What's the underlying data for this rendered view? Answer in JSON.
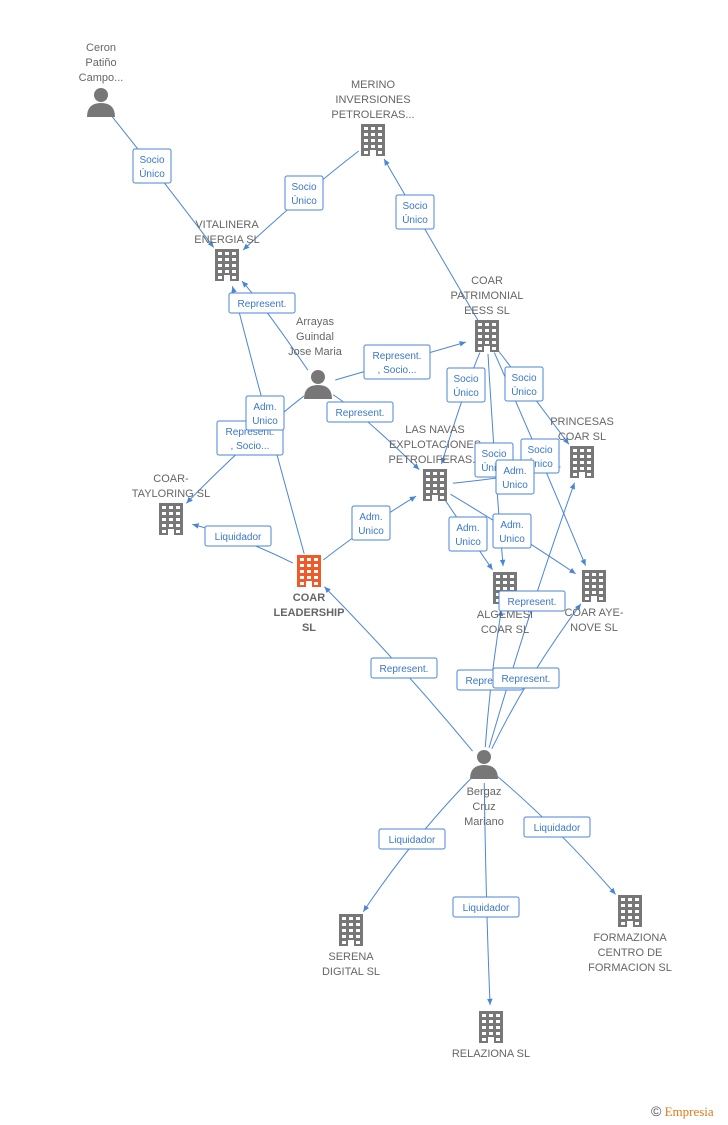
{
  "nodes": [
    {
      "id": "ceron",
      "type": "person",
      "label": [
        "Ceron",
        "Patiño",
        "Campo..."
      ]
    },
    {
      "id": "merino",
      "type": "company",
      "label": [
        "MERINO",
        "INVERSIONES",
        "PETROLERAS..."
      ]
    },
    {
      "id": "vitalinera",
      "type": "company",
      "label": [
        "VITALINERA",
        "ENERGIA  SL"
      ]
    },
    {
      "id": "coarpat",
      "type": "company",
      "label": [
        "COAR",
        "PATRIMONIAL",
        "EESS  SL"
      ]
    },
    {
      "id": "arrayas",
      "type": "person",
      "label": [
        "Arrayas",
        "Guindal",
        "Jose Maria"
      ]
    },
    {
      "id": "princesas",
      "type": "company",
      "label": [
        "PRINCESAS",
        "COAR  SL"
      ]
    },
    {
      "id": "lasnavas",
      "type": "company",
      "label": [
        "LAS NAVAS",
        "EXPLOTACIONES",
        "PETROLIFERAS..."
      ]
    },
    {
      "id": "taylor",
      "type": "company",
      "label": [
        "COAR-",
        "TAYLORING  SL"
      ]
    },
    {
      "id": "leader",
      "type": "company",
      "main": true,
      "label": [
        "COAR",
        "LEADERSHIP",
        "SL"
      ]
    },
    {
      "id": "algemes",
      "type": "company",
      "label": [
        "ALGEMESI",
        "COAR  SL"
      ]
    },
    {
      "id": "ayenove",
      "type": "company",
      "label": [
        "COAR AYE-",
        "NOVE  SL"
      ]
    },
    {
      "id": "bergaz",
      "type": "person",
      "label": [
        "Bergaz",
        "Cruz",
        "Mariano"
      ]
    },
    {
      "id": "serena",
      "type": "company",
      "label": [
        "SERENA",
        "DIGITAL SL"
      ]
    },
    {
      "id": "formaziona",
      "type": "company",
      "label": [
        "FORMAZIONA",
        "CENTRO DE",
        "FORMACION SL"
      ]
    },
    {
      "id": "relaziona",
      "type": "company",
      "label": [
        "RELAZIONA SL"
      ]
    }
  ],
  "edges": [
    {
      "from": "ceron",
      "to": "vitalinera",
      "label": [
        "Socio",
        "Único"
      ]
    },
    {
      "from": "merino",
      "to": "vitalinera",
      "label": [
        "Socio",
        "Único"
      ]
    },
    {
      "from": "coarpat",
      "to": "merino",
      "label": [
        "Socio",
        "Único"
      ]
    },
    {
      "from": "arrayas",
      "to": "vitalinera",
      "label": [
        "Represent."
      ]
    },
    {
      "from": "arrayas",
      "to": "coarpat",
      "label": [
        "Represent.",
        ", Socio..."
      ]
    },
    {
      "from": "arrayas",
      "to": "lasnavas",
      "label": [
        "Represent."
      ]
    },
    {
      "from": "arrayas",
      "to": "taylor",
      "label": [
        "Represent.",
        ", Socio..."
      ]
    },
    {
      "from": "leader",
      "to": "vitalinera",
      "label": [
        "Adm.",
        "Unico"
      ]
    },
    {
      "from": "leader",
      "to": "taylor",
      "label": [
        "Liquidador"
      ]
    },
    {
      "from": "leader",
      "to": "lasnavas",
      "label": [
        "Adm.",
        "Unico"
      ]
    },
    {
      "from": "coarpat",
      "to": "lasnavas",
      "label": [
        "Socio",
        "Único"
      ]
    },
    {
      "from": "coarpat",
      "to": "princesas",
      "label": [
        "Socio",
        "Único"
      ]
    },
    {
      "from": "coarpat",
      "to": "algemes",
      "label": [
        "Socio",
        "Único"
      ]
    },
    {
      "from": "coarpat",
      "to": "ayenove",
      "label": [
        "Socio",
        "Único"
      ]
    },
    {
      "from": "lasnavas",
      "to": "algemes",
      "label": [
        "Adm.",
        "Unico"
      ]
    },
    {
      "from": "lasnavas",
      "to": "ayenove",
      "label": [
        "Adm.",
        "Unico"
      ]
    },
    {
      "from": "lasnavas",
      "to": "princesas",
      "label": [
        "Adm.",
        "Unico"
      ]
    },
    {
      "from": "bergaz",
      "to": "leader",
      "label": [
        "Represent."
      ]
    },
    {
      "from": "bergaz",
      "to": "algemes",
      "label": [
        "Represent."
      ]
    },
    {
      "from": "bergaz",
      "to": "ayenove",
      "label": [
        "Represent."
      ]
    },
    {
      "from": "bergaz",
      "to": "princesas",
      "label": [
        "Represent."
      ]
    },
    {
      "from": "bergaz",
      "to": "serena",
      "label": [
        "Liquidador"
      ]
    },
    {
      "from": "bergaz",
      "to": "formaziona",
      "label": [
        "Liquidador"
      ]
    },
    {
      "from": "bergaz",
      "to": "relaziona",
      "label": [
        "Liquidador"
      ]
    }
  ],
  "colors": {
    "edge": "#4a86d8",
    "company": "#777777",
    "main_company": "#f05a28",
    "person": "#777777",
    "text": "#666666"
  },
  "footer": {
    "copyright": "©",
    "brand": "Empresia"
  }
}
